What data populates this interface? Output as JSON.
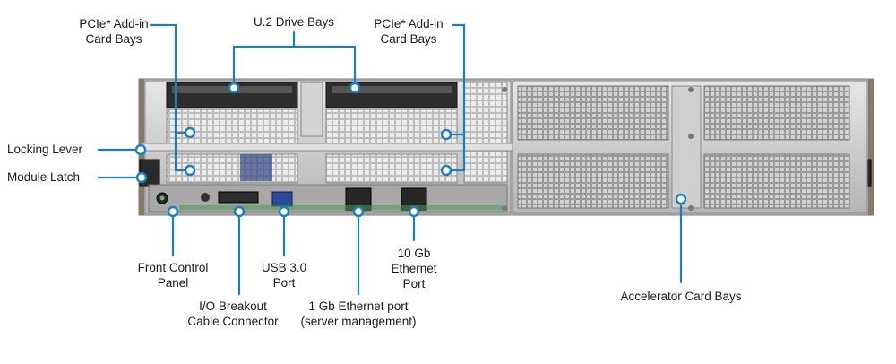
{
  "labels": {
    "pcie_left": [
      "PCIe* Add-in",
      "Card Bays"
    ],
    "u2": [
      "U.2 Drive Bays"
    ],
    "pcie_right": [
      "PCIe* Add-in",
      "Card Bays"
    ],
    "locking_lever": [
      "Locking Lever"
    ],
    "module_latch": [
      "Module Latch"
    ],
    "front_control": [
      "Front Control",
      "Panel"
    ],
    "io_breakout": [
      "I/O Breakout",
      "Cable Connector"
    ],
    "usb": [
      "USB 3.0",
      "Port"
    ],
    "gbe1": [
      "1 Gb Ethernet port",
      "(server management)"
    ],
    "gbe10": [
      "10 Gb",
      "Ethernet",
      "Port"
    ],
    "accelerator": [
      "Accelerator Card Bays"
    ]
  },
  "colors": {
    "callout": "#1a7fc1",
    "chassis": "#c9c9c9",
    "chassis_dark": "#3a3a3a",
    "mesh": "#d7d7d7",
    "label_text": "#1a1a1a"
  }
}
